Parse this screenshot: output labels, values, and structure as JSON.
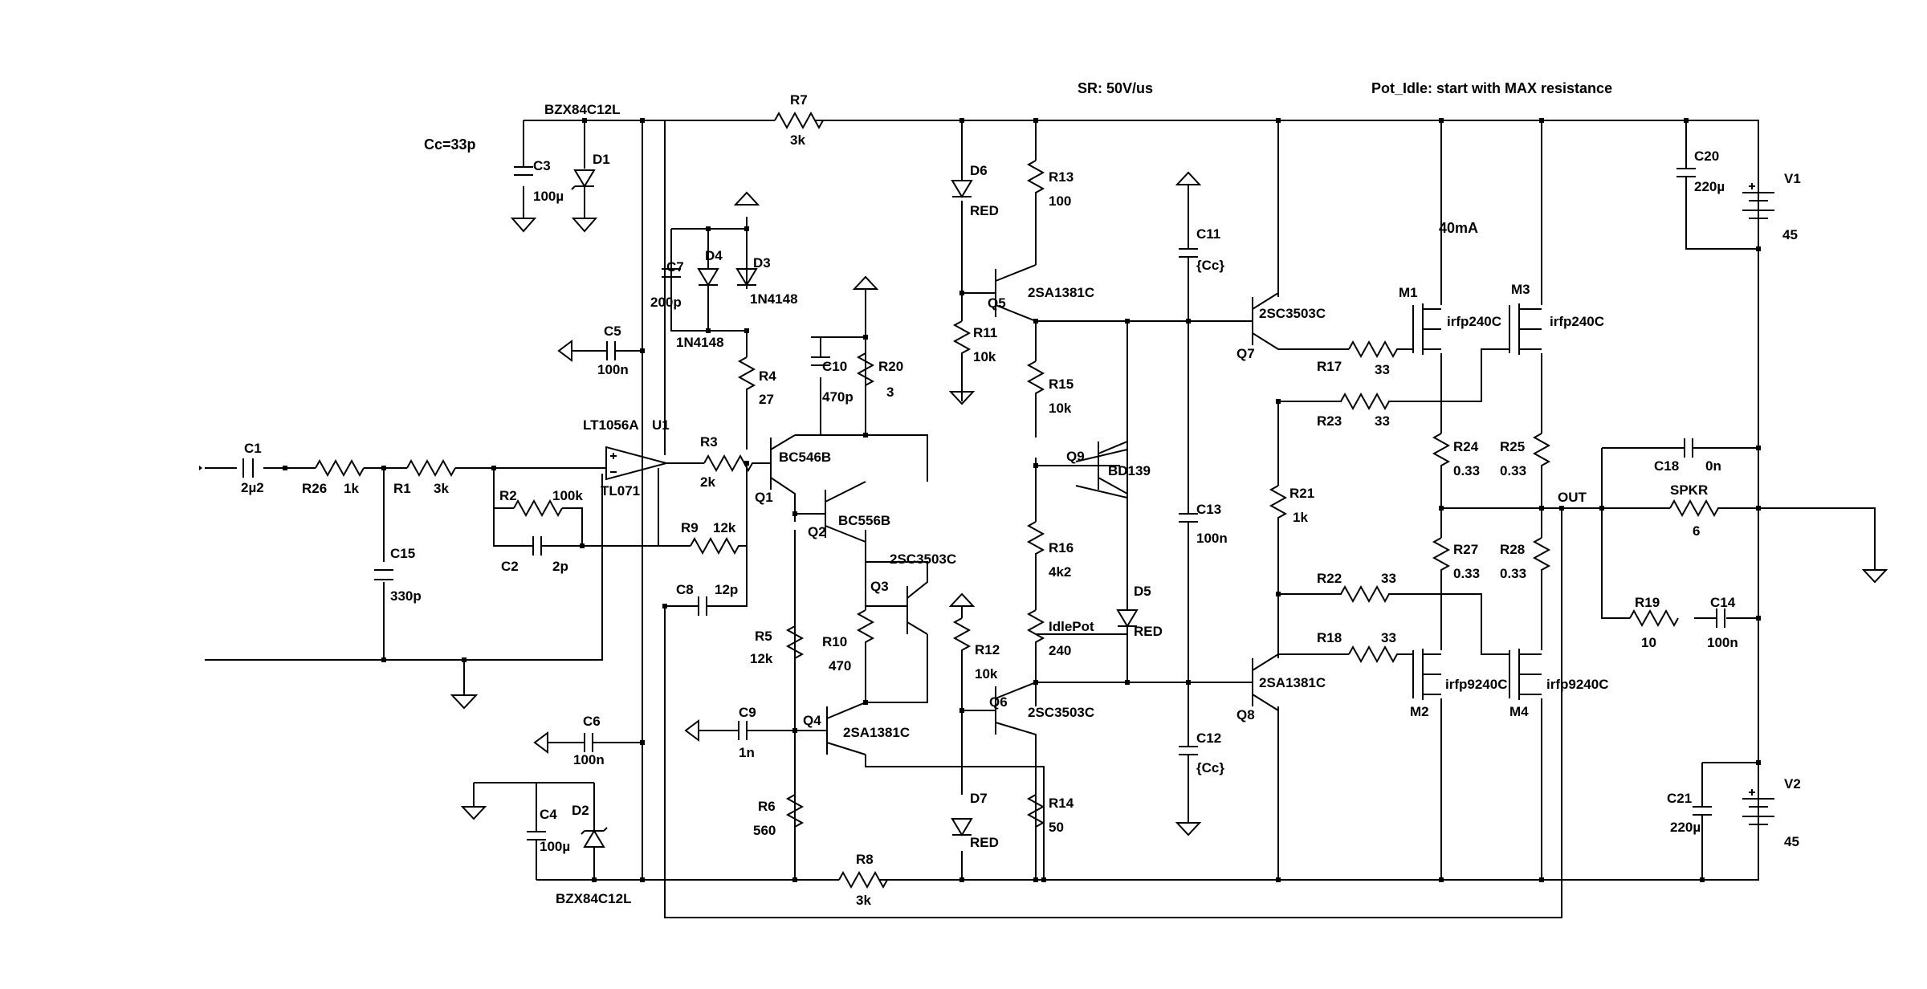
{
  "notes": {
    "cc": "Cc=33p",
    "slew_rate": "SR: 50V/us",
    "pot_idle": "Pot_Idle: start with MAX resistance",
    "bias_current": "40mA"
  },
  "opamp": {
    "ref": "U1",
    "part": "LT1056A",
    "part2": "TL071"
  },
  "resistors": {
    "R26": {
      "ref": "R26",
      "value": "1k"
    },
    "R1": {
      "ref": "R1",
      "value": "3k"
    },
    "R2": {
      "ref": "R2",
      "value": "100k"
    },
    "R3": {
      "ref": "R3",
      "value": "2k"
    },
    "R4": {
      "ref": "R4",
      "value": "27"
    },
    "R5": {
      "ref": "R5",
      "value": "12k"
    },
    "R6": {
      "ref": "R6",
      "value": "560"
    },
    "R7": {
      "ref": "R7",
      "value": "3k"
    },
    "R8": {
      "ref": "R8",
      "value": "3k"
    },
    "R9": {
      "ref": "R9",
      "value": "12k"
    },
    "R10": {
      "ref": "R10",
      "value": "470"
    },
    "R11": {
      "ref": "R11",
      "value": "10k"
    },
    "R12": {
      "ref": "R12",
      "value": "10k"
    },
    "R13": {
      "ref": "R13",
      "value": "100"
    },
    "R14": {
      "ref": "R14",
      "value": "50"
    },
    "R15": {
      "ref": "R15",
      "value": "10k"
    },
    "R16": {
      "ref": "R16",
      "value": "4k2"
    },
    "IdlePot": {
      "ref": "IdlePot",
      "value": "240"
    },
    "R17": {
      "ref": "R17",
      "value": "33"
    },
    "R18": {
      "ref": "R18",
      "value": "33"
    },
    "R19": {
      "ref": "R19",
      "value": "10"
    },
    "R20": {
      "ref": "R20",
      "value": "3"
    },
    "R21": {
      "ref": "R21",
      "value": "1k"
    },
    "R22": {
      "ref": "R22",
      "value": "33"
    },
    "R23": {
      "ref": "R23",
      "value": "33"
    },
    "R24": {
      "ref": "R24",
      "value": "0.33"
    },
    "R25": {
      "ref": "R25",
      "value": "0.33"
    },
    "R27": {
      "ref": "R27",
      "value": "0.33"
    },
    "R28": {
      "ref": "R28",
      "value": "0.33"
    },
    "SPKR": {
      "ref": "SPKR",
      "value": "6"
    }
  },
  "capacitors": {
    "C1": {
      "ref": "C1",
      "value": "2µ2"
    },
    "C2": {
      "ref": "C2",
      "value": "2p"
    },
    "C3": {
      "ref": "C3",
      "value": "100µ"
    },
    "C4": {
      "ref": "C4",
      "value": "100µ"
    },
    "C5": {
      "ref": "C5",
      "value": "100n"
    },
    "C6": {
      "ref": "C6",
      "value": "100n"
    },
    "C7": {
      "ref": "C7",
      "value": "200p"
    },
    "C8": {
      "ref": "C8",
      "value": "12p"
    },
    "C9": {
      "ref": "C9",
      "value": "1n"
    },
    "C10": {
      "ref": "C10",
      "value": "470p"
    },
    "C11": {
      "ref": "C11",
      "value": "{Cc}"
    },
    "C12": {
      "ref": "C12",
      "value": "{Cc}"
    },
    "C13": {
      "ref": "C13",
      "value": "100n"
    },
    "C14": {
      "ref": "C14",
      "value": "100n"
    },
    "C15": {
      "ref": "C15",
      "value": "330p"
    },
    "C18": {
      "ref": "C18",
      "value": "0n"
    },
    "C20": {
      "ref": "C20",
      "value": "220µ"
    },
    "C21": {
      "ref": "C21",
      "value": "220µ"
    }
  },
  "diodes": {
    "D1": {
      "ref": "D1",
      "part": "BZX84C12L"
    },
    "D2": {
      "ref": "D2",
      "part": "BZX84C12L"
    },
    "D3": {
      "ref": "D3",
      "part": "1N4148"
    },
    "D4": {
      "ref": "D4",
      "part": "1N4148"
    },
    "D5": {
      "ref": "D5",
      "part": "RED"
    },
    "D6": {
      "ref": "D6",
      "part": "RED"
    },
    "D7": {
      "ref": "D7",
      "part": "RED"
    }
  },
  "transistors": {
    "Q1": {
      "ref": "Q1",
      "part": "BC546B"
    },
    "Q2": {
      "ref": "Q2",
      "part": "BC556B"
    },
    "Q3": {
      "ref": "Q3",
      "part": "2SC3503C"
    },
    "Q4": {
      "ref": "Q4",
      "part": "2SA1381C"
    },
    "Q5": {
      "ref": "Q5",
      "part": "2SA1381C"
    },
    "Q6": {
      "ref": "Q6",
      "part": "2SC3503C"
    },
    "Q7": {
      "ref": "Q7",
      "part": "2SC3503C"
    },
    "Q8": {
      "ref": "Q8",
      "part": "2SA1381C"
    },
    "Q9": {
      "ref": "Q9",
      "part": "BD139"
    },
    "M1": {
      "ref": "M1",
      "part": "irfp240C"
    },
    "M2": {
      "ref": "M2",
      "part": "irfp9240C"
    },
    "M3": {
      "ref": "M3",
      "part": "irfp240C"
    },
    "M4": {
      "ref": "M4",
      "part": "irfp9240C"
    }
  },
  "sources": {
    "V1": {
      "ref": "V1",
      "value": "45"
    },
    "V2": {
      "ref": "V2",
      "value": "45"
    }
  },
  "nets": {
    "out": "OUT"
  }
}
